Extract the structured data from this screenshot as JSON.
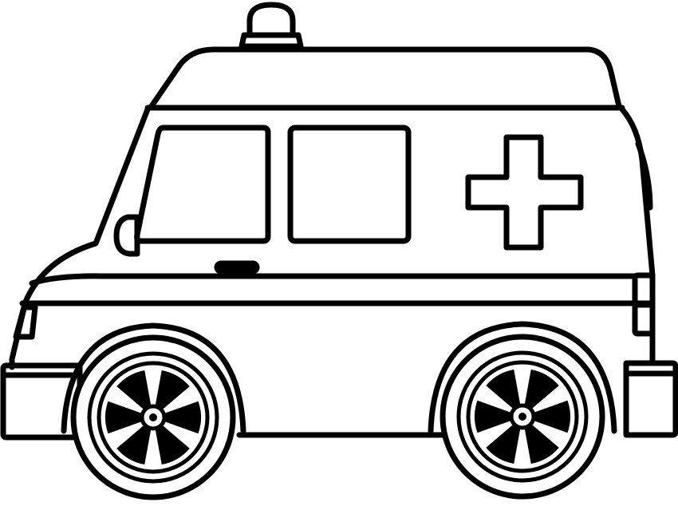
{
  "illustration": {
    "subject": "ambulance",
    "style": "black outline coloring-page line art",
    "colors": {
      "line": "#000000",
      "fill": "#ffffff",
      "hub": "#000000"
    },
    "icons": {
      "beacon": "siren-light-icon",
      "cross": "medical-cross-icon"
    },
    "wheels": {
      "count": 2,
      "spokes_per_wheel": 6
    }
  }
}
